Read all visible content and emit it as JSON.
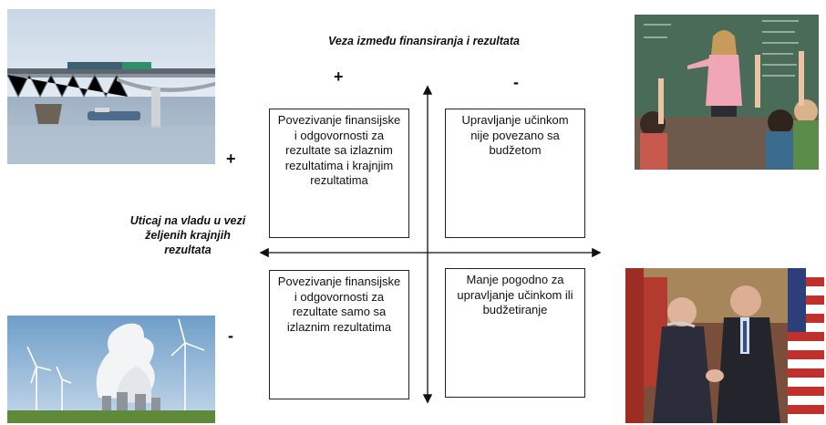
{
  "title": "Veza između finansiranja i rezultata",
  "signs": {
    "top_plus": "+",
    "top_minus": "-",
    "left_plus": "+",
    "left_minus": "-"
  },
  "y_axis_label": "Uticaj na vladu u vezi željenih krajnjih rezultata",
  "quadrants": {
    "top_left": "Povezivanje finansijske i odgovornosti za rezultate sa izlaznim rezultatima i krajnjim rezultatima",
    "top_right": "Upravljanje učinkom nije povezano sa budžetom",
    "bottom_left": "Povezivanje finansijske i odgovornosti za rezultate samo sa izlaznim rezultatima",
    "bottom_right": "Manje pogodno za upravljanje učinkom ili budžetiranje"
  },
  "photos": {
    "top_left": "bridge-over-river-photo",
    "top_right": "classroom-teacher-photo",
    "bottom_left": "power-plant-wind-turbines-photo",
    "bottom_right": "diplomats-handshake-photo"
  }
}
